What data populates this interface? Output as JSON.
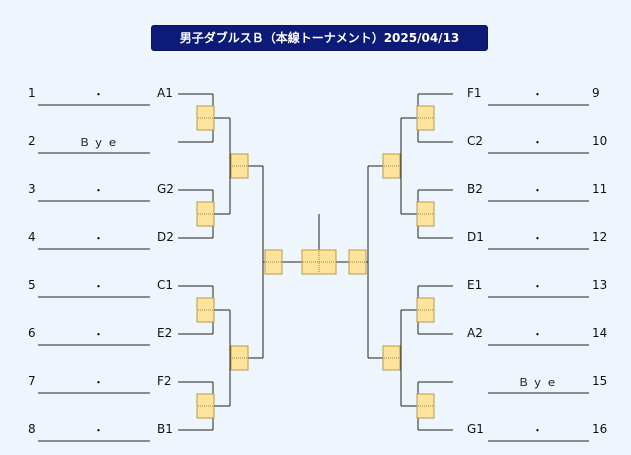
{
  "title": "男子ダブルスＢ（本線トーナメント）2025/04/13",
  "left": [
    {
      "num": "1",
      "name": "・",
      "seed": "A1"
    },
    {
      "num": "2",
      "name": "Ｂｙｅ",
      "seed": ""
    },
    {
      "num": "3",
      "name": "・",
      "seed": "G2"
    },
    {
      "num": "4",
      "name": "・",
      "seed": "D2"
    },
    {
      "num": "5",
      "name": "・",
      "seed": "C1"
    },
    {
      "num": "6",
      "name": "・",
      "seed": "E2"
    },
    {
      "num": "7",
      "name": "・",
      "seed": "F2"
    },
    {
      "num": "8",
      "name": "・",
      "seed": "B1"
    }
  ],
  "right": [
    {
      "num": "9",
      "name": "・",
      "seed": "F1"
    },
    {
      "num": "10",
      "name": "・",
      "seed": "C2"
    },
    {
      "num": "11",
      "name": "・",
      "seed": "B2"
    },
    {
      "num": "12",
      "name": "・",
      "seed": "D1"
    },
    {
      "num": "13",
      "name": "・",
      "seed": "E1"
    },
    {
      "num": "14",
      "name": "・",
      "seed": "A2"
    },
    {
      "num": "15",
      "name": "Ｂｙｅ",
      "seed": ""
    },
    {
      "num": "16",
      "name": "・",
      "seed": "G1"
    }
  ],
  "colors": {
    "box_fill": "#fde49a",
    "box_border": "#b89a4a",
    "line": "#222222",
    "title_bg": "#0c1a78",
    "background": "#eef5fc"
  }
}
